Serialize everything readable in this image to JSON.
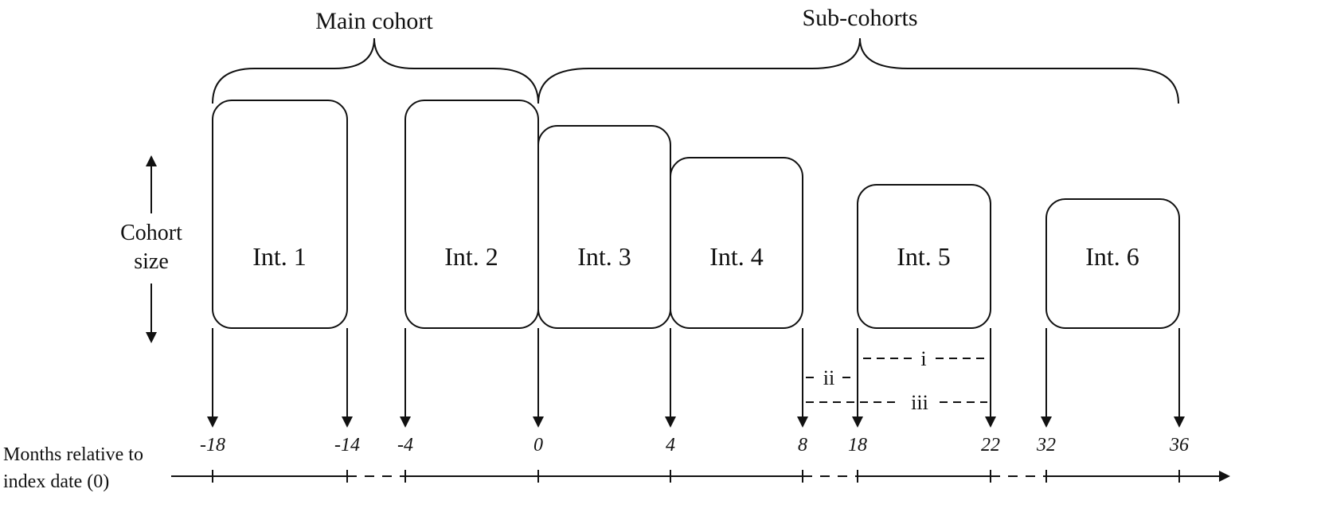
{
  "headings": {
    "main_cohort": "Main cohort",
    "sub_cohorts": "Sub-cohorts"
  },
  "y_axis": {
    "line1": "Cohort",
    "line2": "size"
  },
  "intervals": [
    {
      "label": "Int. 1",
      "start": -18,
      "end": -14
    },
    {
      "label": "Int. 2",
      "start": -4,
      "end": 0
    },
    {
      "label": "Int. 3",
      "start": 0,
      "end": 4
    },
    {
      "label": "Int. 4",
      "start": 4,
      "end": 8
    },
    {
      "label": "Int. 5",
      "start": 18,
      "end": 22
    },
    {
      "label": "Int. 6",
      "start": 32,
      "end": 36
    }
  ],
  "ticks": [
    "-18",
    "-14",
    "-4",
    "0",
    "4",
    "8",
    "18",
    "22",
    "32",
    "36"
  ],
  "x_axis": {
    "line1": "Months relative to",
    "line2": "index date (0)"
  },
  "segments": {
    "i": "i",
    "ii": "ii",
    "iii": "iii"
  }
}
